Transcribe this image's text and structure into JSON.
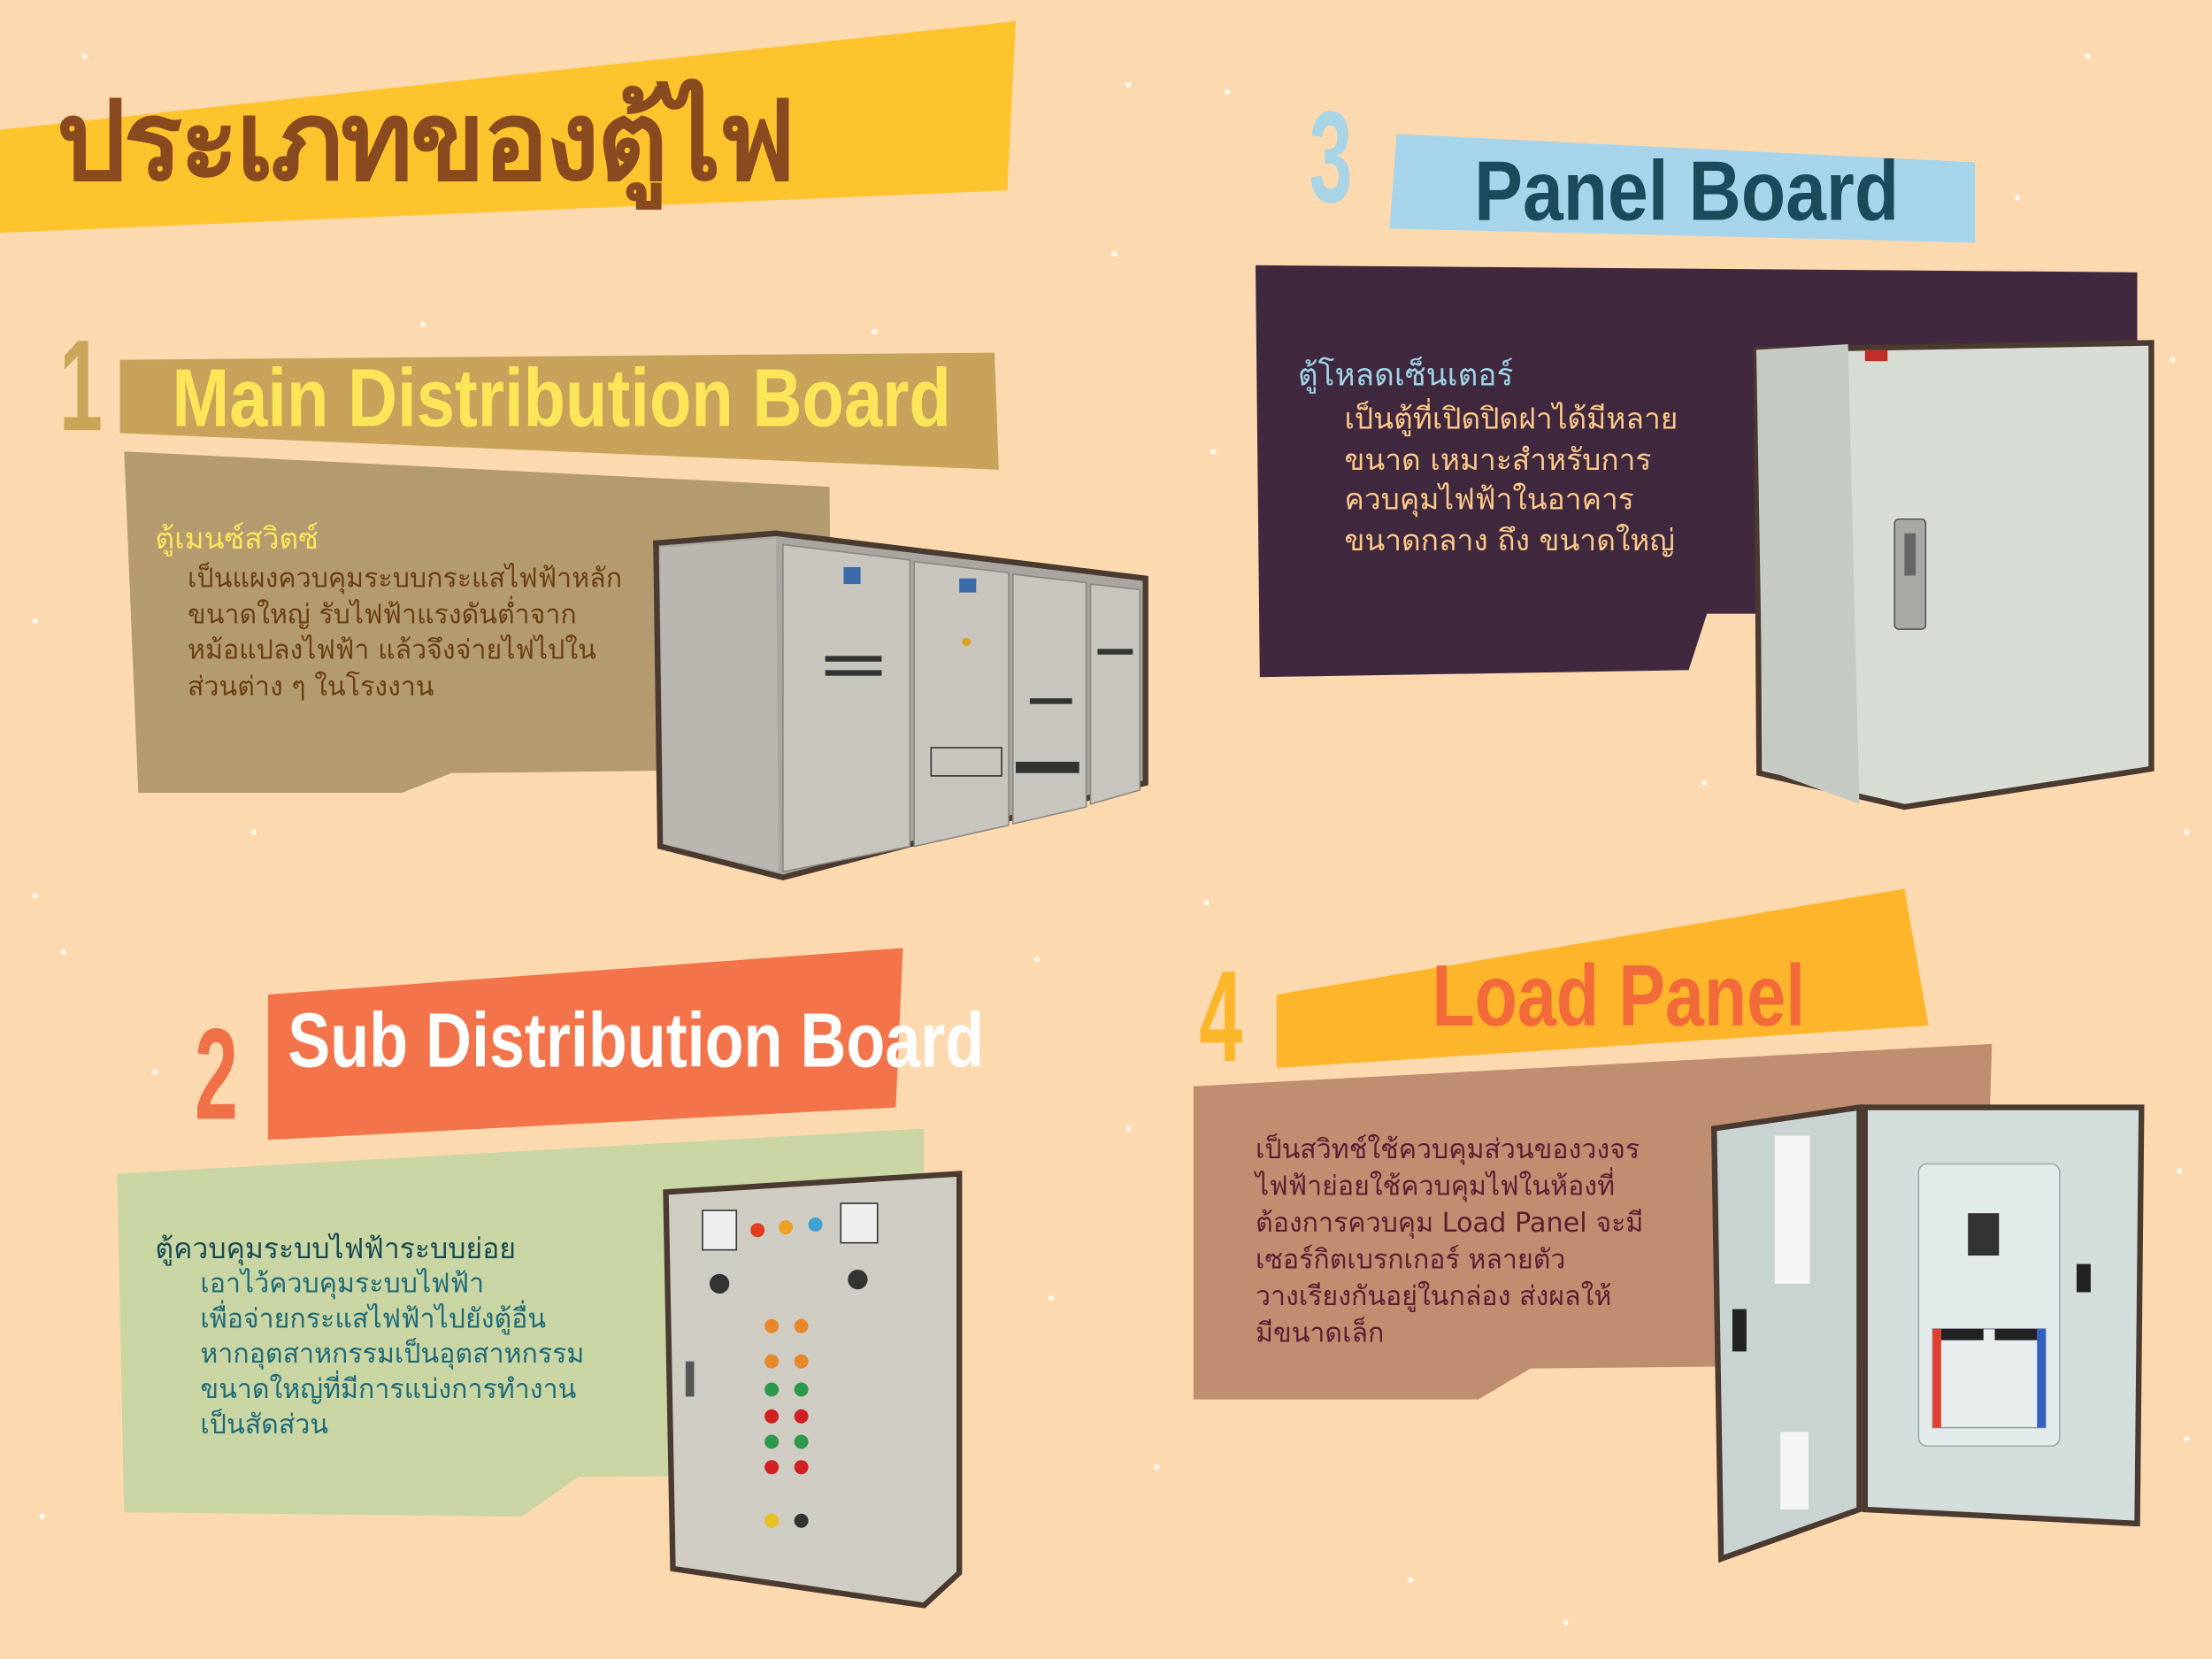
{
  "title": "ประเภทของตู้ไฟ",
  "colors": {
    "background": "#fdd9b0",
    "title_banner": "#fec42e",
    "title_text": "#8a4a1f"
  },
  "sections": [
    {
      "number": "1",
      "name": "Main Distribution Board",
      "subtitle": "ตู้เมนซ์สวิตซ์",
      "body": [
        "เป็นแผงควบคุมระบบกระแสไฟฟ้าหลัก",
        "ขนาดใหญ่ รับไฟฟ้าแรงดันต่ำจาก",
        "หม้อแปลงไฟฟ้า แล้วจึงจ่ายไฟไปใน",
        "ส่วนต่าง ๆ ในโรงงาน"
      ],
      "colors": {
        "banner": "#c8a25a",
        "card": "#b39b6f",
        "heading": "#fde55a",
        "body": "#6b3f10"
      }
    },
    {
      "number": "2",
      "name": "Sub Distribution Board",
      "subtitle": "ตู้ควบคุมระบบไฟฟ้าระบบย่อย",
      "body": [
        "เอาไว้ควบคุมระบบไฟฟ้า",
        "เพื่อจ่ายกระแสไฟฟ้าไปยังตู้อื่น",
        "หากอุตสาหกรรมเป็นอุตสาหกรรม",
        "ขนาดใหญ่ที่มีการแบ่งการทำงาน",
        "เป็นสัดส่วน"
      ],
      "colors": {
        "banner": "#f3744a",
        "card": "#c9d6a4",
        "heading": "#174a50",
        "body": "#1f6a78"
      }
    },
    {
      "number": "3",
      "name": "Panel Board",
      "subtitle": "ตู้โหลดเซ็นเตอร์",
      "body": [
        "เป็นตู้ที่เปิดปิดฝาได้มีหลาย",
        "ขนาด เหมาะสำหรับการ",
        "ควบคุมไฟฟ้าในอาคาร",
        "ขนาดกลาง ถึง ขนาดใหญ่"
      ],
      "colors": {
        "banner": "#a6d4ea",
        "card": "#40293f",
        "heading": "#9fd3e8",
        "body": "#fcc98a"
      }
    },
    {
      "number": "4",
      "name": "Load Panel",
      "body": [
        "เป็นสวิทช์ใช้ควบคุมส่วนของวงจร",
        "ไฟฟ้าย่อยใช้ควบคุมไฟในห้องที่",
        "ต้องการควบคุม Load Panel จะมี",
        "เซอร์กิตเบรกเกอร์ หลายตัว",
        "วางเรียงกันอยู่ในกล่อง ส่งผลให้",
        "มีขนาดเล็ก"
      ],
      "colors": {
        "banner": "#fdb62b",
        "card": "#bf8d70",
        "body": "#5a1f33"
      }
    }
  ]
}
